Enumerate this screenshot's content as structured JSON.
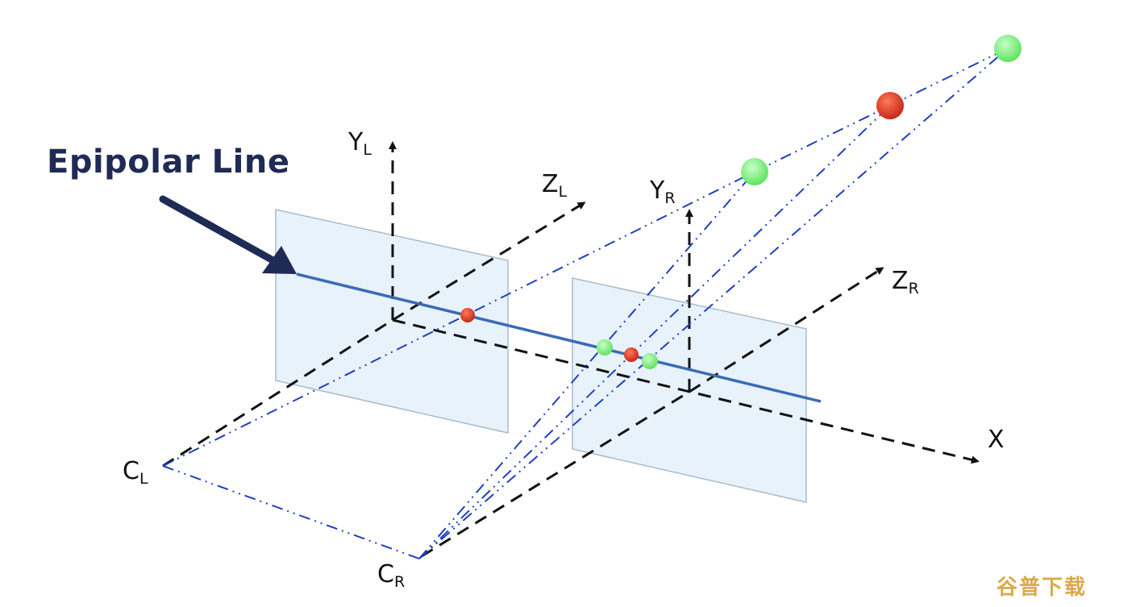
{
  "title": "Epipolar Line",
  "labels": {
    "y_left": {
      "main": "Y",
      "sub": "L"
    },
    "z_left": {
      "main": "Z",
      "sub": "L"
    },
    "y_right": {
      "main": "Y",
      "sub": "R"
    },
    "z_right": {
      "main": "Z",
      "sub": "R"
    },
    "x": {
      "main": "X",
      "sub": ""
    },
    "c_left": {
      "main": "C",
      "sub": "L"
    },
    "c_right": {
      "main": "C",
      "sub": "R"
    }
  },
  "watermark": "谷普下载",
  "colors": {
    "title": "#1f2a55",
    "arrow": "#1f2a55",
    "epipolar_line": "#3a6bb5",
    "ray": "#1f3fbf",
    "axis": "#111111",
    "plane_fill": "#e8f2fb",
    "plane_stroke": "#aabbcc",
    "point_red": "#d9381e",
    "point_green": "#7ef07e",
    "watermark": "#d9a94a"
  }
}
